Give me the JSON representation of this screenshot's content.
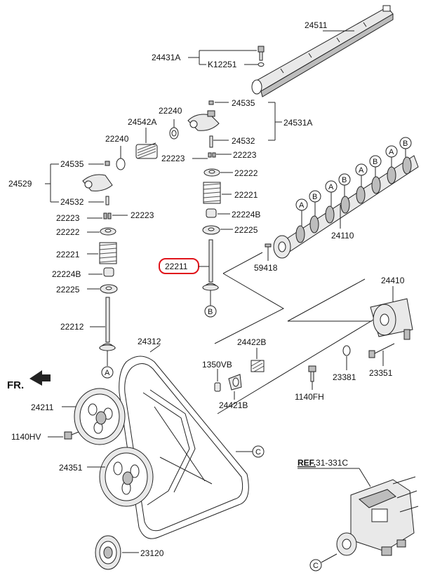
{
  "orientation": {
    "label": "FR."
  },
  "highlight_color": "#e0141b",
  "reference": {
    "prefix": "REF.",
    "code": "31-331C"
  },
  "parts": {
    "rocker_shaft": "24511",
    "bolt_label": "24431A",
    "k_bolt": "K12251",
    "rocker_arm_exh": "24531A",
    "exh_nut_top": "24535",
    "exh_screw": "24532",
    "spring_retainer_seat": "22240",
    "valve_spring_assy": "24542A",
    "seat_small": "22240",
    "cotter_right": "22223",
    "seat_right": "22222",
    "spring_right": "22221",
    "seal_right": "22224B",
    "washer_right": "22225",
    "rocker_int": "24529",
    "int_nut_top": "24535",
    "int_screw": "24532",
    "cotter_left_a": "22223",
    "cotter_left_b": "22223",
    "retainer_left": "22222",
    "spring_left": "22221",
    "seal_left": "22224B",
    "washer_left": "22225",
    "valve_exh_highlighted": "22211",
    "valve_int": "22212",
    "camshaft": "24110",
    "pin": "59418",
    "tensioner": "24410",
    "tensioner_spring": "24422B",
    "bolt_small": "1350VB",
    "tensioner_pin": "24421B",
    "washer_small": "23381",
    "stud_bolt": "23351",
    "flange_bolt_r": "1140FH",
    "timing_belt": "24312",
    "cam_sprocket": "24211",
    "sprocket_bolt": "1140HV",
    "crank_pulley": "24351",
    "crank_sprocket": "23120"
  },
  "callouts": {
    "a": "A",
    "b": "B",
    "c": "C"
  }
}
